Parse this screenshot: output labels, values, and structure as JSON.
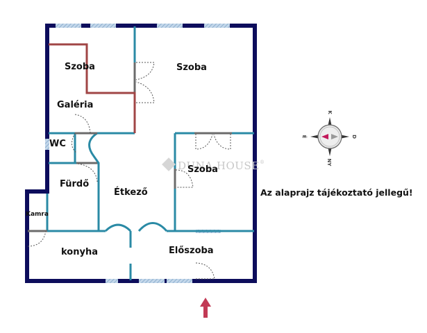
{
  "floorplan": {
    "rooms": {
      "szoba_top_left": "Szoba",
      "galeria": "Galéria",
      "szoba_top_right": "Szoba",
      "wc": "WC",
      "furdo": "Fürdő",
      "kamra": "Kamra",
      "etkezo": "Étkező",
      "szoba_middle": "Szoba",
      "konyha": "konyha",
      "eloszoba": "Előszoba"
    },
    "watermark": "DUNA HOUSE",
    "watermark_mark": "®",
    "note": "Az alaprajz tájékoztató jellegű!",
    "compass": {
      "north": "K",
      "south": "NY",
      "east": "D",
      "west": "É"
    },
    "entrance_arrow": "entrance-arrow",
    "colors": {
      "outer_wall": "#0d0d5c",
      "inner_wall": "#2a8aa5",
      "gallery_wall": "#a04545",
      "window": "#a9c4dc",
      "arrow": "#c23a55"
    }
  }
}
